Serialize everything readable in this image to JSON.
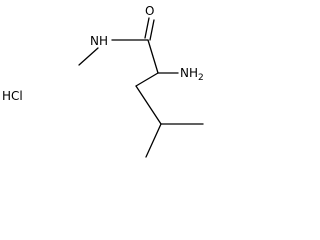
{
  "structure": {
    "labels": {
      "oxygen": "O",
      "amide_nh": "NH",
      "amine_main": "NH",
      "amine_sub": "2",
      "salt": "HCl"
    }
  }
}
